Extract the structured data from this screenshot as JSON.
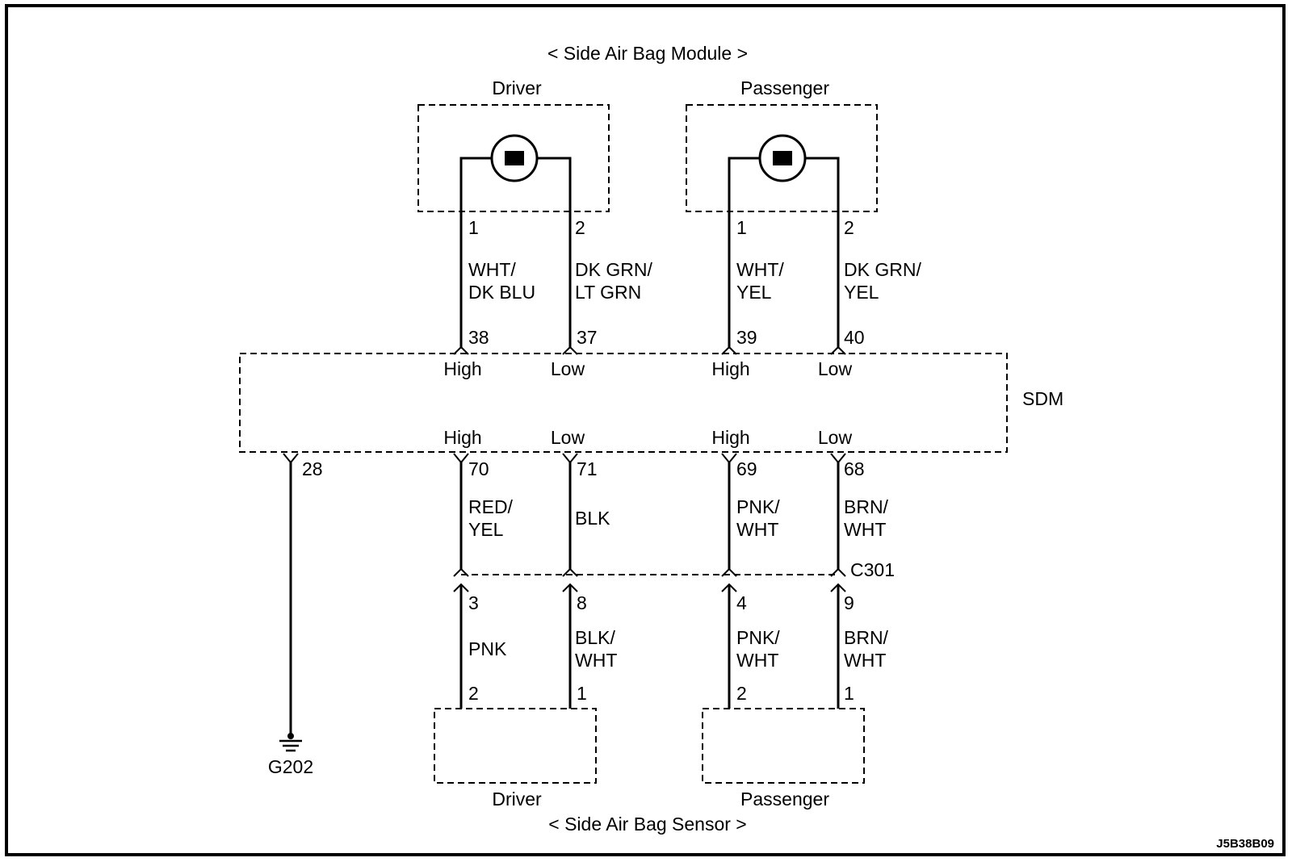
{
  "module": {
    "title": "< Side Air Bag Module >",
    "driver_label": "Driver",
    "passenger_label": "Passenger"
  },
  "sensor": {
    "title": "< Side Air Bag Sensor >",
    "driver_label": "Driver",
    "passenger_label": "Passenger"
  },
  "sdm": {
    "label": "SDM"
  },
  "connector": {
    "label": "C301"
  },
  "ground": {
    "label": "G202"
  },
  "figure_code": "J5B38B09",
  "upper_circuits": [
    {
      "module_pin": "1",
      "color_line1": "WHT/",
      "color_line2": "DK BLU",
      "sdm_pin": "38",
      "level": "High"
    },
    {
      "module_pin": "2",
      "color_line1": "DK GRN/",
      "color_line2": "LT GRN",
      "sdm_pin": "37",
      "level": "Low"
    },
    {
      "module_pin": "1",
      "color_line1": "WHT/",
      "color_line2": "YEL",
      "sdm_pin": "39",
      "level": "High"
    },
    {
      "module_pin": "2",
      "color_line1": "DK GRN/",
      "color_line2": "YEL",
      "sdm_pin": "40",
      "level": "Low"
    }
  ],
  "lower_circuits": [
    {
      "level": "High",
      "sdm_pin": "70",
      "wire_line1": "RED/",
      "wire_line2": "YEL",
      "c301_pin": "3",
      "sensor_wire_line1": "PNK",
      "sensor_wire_line2": "",
      "sensor_pin": "2"
    },
    {
      "level": "Low",
      "sdm_pin": "71",
      "wire_line1": "BLK",
      "wire_line2": "",
      "c301_pin": "8",
      "sensor_wire_line1": "BLK/",
      "sensor_wire_line2": "WHT",
      "sensor_pin": "1"
    },
    {
      "level": "High",
      "sdm_pin": "69",
      "wire_line1": "PNK/",
      "wire_line2": "WHT",
      "c301_pin": "4",
      "sensor_wire_line1": "PNK/",
      "sensor_wire_line2": "WHT",
      "sensor_pin": "2"
    },
    {
      "level": "Low",
      "sdm_pin": "68",
      "wire_line1": "BRN/",
      "wire_line2": "WHT",
      "c301_pin": "9",
      "sensor_wire_line1": "BRN/",
      "sensor_wire_line2": "WHT",
      "sensor_pin": "1"
    }
  ],
  "ground_circuit": {
    "sdm_pin": "28"
  }
}
